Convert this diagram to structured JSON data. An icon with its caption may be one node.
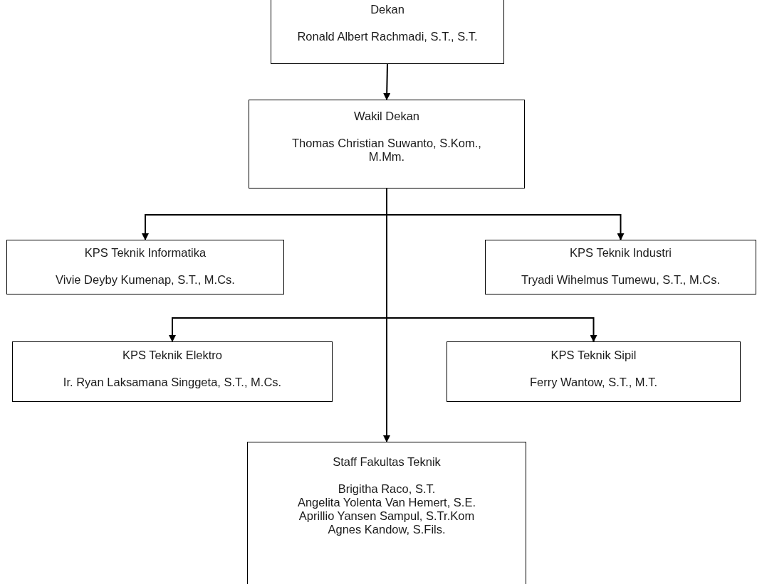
{
  "diagram": {
    "nodes": [
      {
        "text": [
          "Dekan",
          "Ronald Albert Rachmadi, S.T., S.T."
        ]
      },
      {
        "text": [
          "Wakil Dekan",
          "Thomas Christian Suwanto, S.Kom., M.Mm."
        ]
      },
      {
        "text": [
          "KPS Teknik Informatika",
          "Vivie Deyby Kumenap, S.T., M.Cs."
        ]
      },
      {
        "text": [
          "KPS Teknik Industri",
          "Tryadi Wihelmus Tumewu, S.T., M.Cs."
        ]
      },
      {
        "text": [
          "KPS Teknik Elektro",
          "Ir. Ryan Laksamana Singgeta, S.T., M.Cs."
        ]
      },
      {
        "text": [
          "KPS Teknik Sipil",
          "Ferry Wantow, S.T., M.T."
        ]
      },
      {
        "text": [
          "Staff Fakultas Teknik",
          "Brigitha Raco, S.T.",
          "Angelita Yolenta Van Hemert, S.E.",
          "Aprillio Yansen Sampul, S.Tr.Kom",
          "Agnes Kandow, S.Fils."
        ]
      }
    ],
    "edges": [
      {
        "from": 0,
        "to": 1,
        "arrow": "to"
      },
      {
        "from": 1,
        "to": 2,
        "arrow": "to"
      },
      {
        "from": 1,
        "to": 3,
        "arrow": "to"
      },
      {
        "from": 1,
        "to": 4,
        "arrow": "to"
      },
      {
        "from": 1,
        "to": 5,
        "arrow": "to"
      },
      {
        "from": 1,
        "to": 6,
        "arrow": "to"
      }
    ]
  }
}
